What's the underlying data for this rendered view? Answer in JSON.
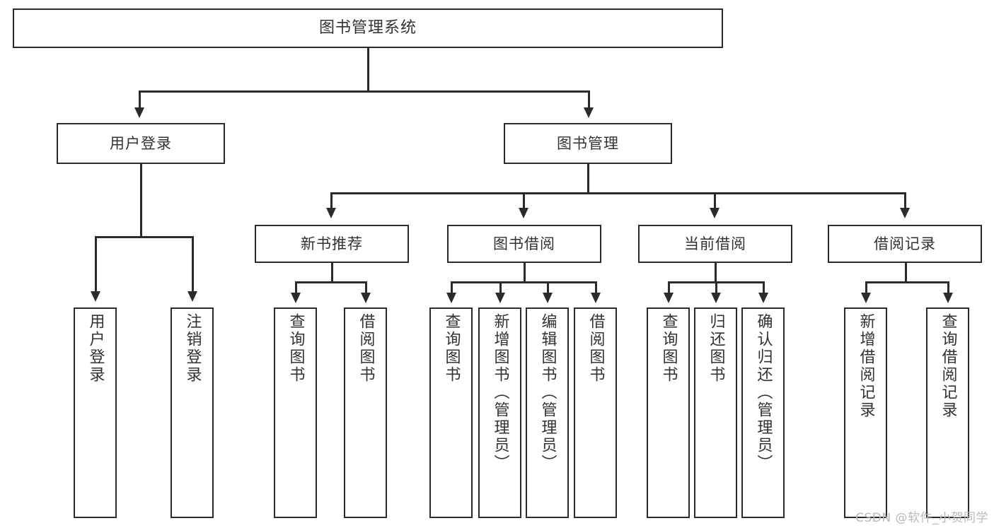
{
  "diagram": {
    "type": "tree",
    "title": "图书管理系统",
    "root": {
      "label": "图书管理系统"
    },
    "level2": [
      {
        "label": "用户登录"
      },
      {
        "label": "图书管理"
      }
    ],
    "level3": [
      {
        "label": "新书推荐"
      },
      {
        "label": "图书借阅"
      },
      {
        "label": "当前借阅"
      },
      {
        "label": "借阅记录"
      }
    ],
    "leaves": {
      "user_login": [
        {
          "label": "用户登录"
        },
        {
          "label": "注销登录"
        }
      ],
      "new_book": [
        {
          "label": "查询图书"
        },
        {
          "label": "借阅图书"
        }
      ],
      "borrow_book": [
        {
          "label": "查询图书"
        },
        {
          "label": "新增图书（管理员）"
        },
        {
          "label": "编辑图书（管理员）"
        },
        {
          "label": "借阅图书"
        }
      ],
      "current_borrow": [
        {
          "label": "查询图书"
        },
        {
          "label": "归还图书"
        },
        {
          "label": "确认归还（管理员）"
        }
      ],
      "borrow_record": [
        {
          "label": "新增借阅记录"
        },
        {
          "label": "查询借阅记录"
        }
      ]
    }
  },
  "watermark": {
    "text": "CSDN @软件_小贺同学"
  },
  "colors": {
    "stroke": "#2b2b2b",
    "text": "#33322f",
    "background": "#ffffff",
    "watermark": "#b9b9b9"
  }
}
